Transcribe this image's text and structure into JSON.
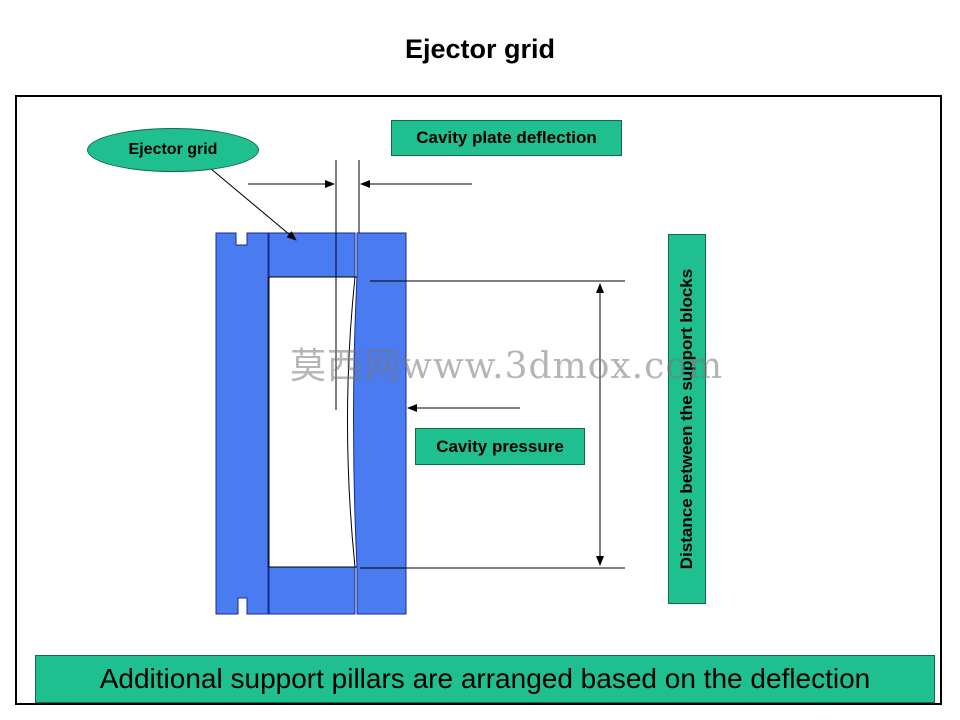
{
  "title": "Ejector grid",
  "labels": {
    "ejector_grid": "Ejector grid",
    "cavity_plate_deflection": "Cavity plate deflection",
    "cavity_pressure": "Cavity pressure",
    "distance_support_blocks": "Distance between the support blocks"
  },
  "banner": "Additional support pillars are arranged based on the deflection",
  "watermark": "莫西网www.3dmox.com",
  "colors": {
    "plate_blue": "#4b7bf0",
    "label_green": "#1fbf8f"
  }
}
